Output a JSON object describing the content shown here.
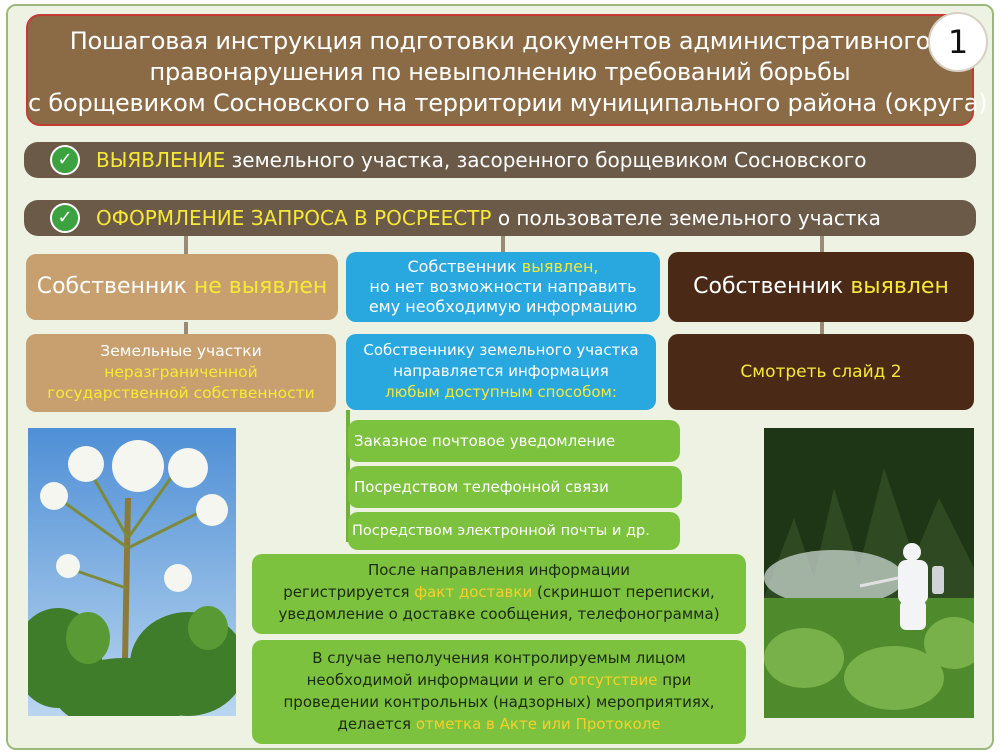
{
  "slide_number": "1",
  "title": {
    "line1": "Пошаговая инструкция подготовки документов административного",
    "line2": "правонарушения по невыполнению требований борьбы",
    "line3": "с борщевиком Сосновского на территории муниципального района (округа)"
  },
  "step1": {
    "highlight": "ВЫЯВЛЕНИЕ",
    "rest": " земельного участка, засоренного борщевиком Сосновского"
  },
  "step2": {
    "highlight": "ОФОРМЛЕНИЕ ЗАПРОСА В РОСРЕЕСТР",
    "rest": " о пользователе земельного участка"
  },
  "left_branch": {
    "head_a": "Собственник ",
    "head_b": "не выявлен",
    "sub1": "Земельные участки",
    "sub2": "неразграниченной",
    "sub3": "государственной собственности"
  },
  "middle_branch": {
    "head_a": "Собственник ",
    "head_b": "выявлен,",
    "head_line2": "но нет возможности направить",
    "head_line3": "ему необходимую информацию",
    "sub1": "Собственнику земельного участка",
    "sub2": "направляется информация",
    "sub3": "любым доступным способом:",
    "options": [
      "Заказное почтовое уведомление",
      "Посредством телефонной связи",
      "Посредством электронной почты и др."
    ]
  },
  "right_branch": {
    "head_a": "Собственник ",
    "head_b": "выявлен",
    "sub": "Смотреть слайд 2"
  },
  "after_box": {
    "line1": "После направления информации",
    "line2_a": "регистрируется ",
    "line2_b": "факт доставки",
    "line2_c": " (скриншот переписки,",
    "line3": "уведомление о доставке сообщения, телефонограмма)"
  },
  "final_box": {
    "line1": "В случае неполучения контролируемым лицом",
    "line2_a": "необходимой информации и его ",
    "line2_b": "отсутствие",
    "line2_c": " при",
    "line3": "проведении контрольных (надзорных) мероприятиях,",
    "line4_a": "делается ",
    "line4_b": "отметка в Акте или Протоколе"
  },
  "colors": {
    "title_bg": "#8b6b46",
    "bar_bg": "#6c5a48",
    "tan": "#c8a070",
    "blue": "#29a8e0",
    "dark": "#4a2a17",
    "green": "#7dc23f",
    "highlight": "#f6e936"
  }
}
